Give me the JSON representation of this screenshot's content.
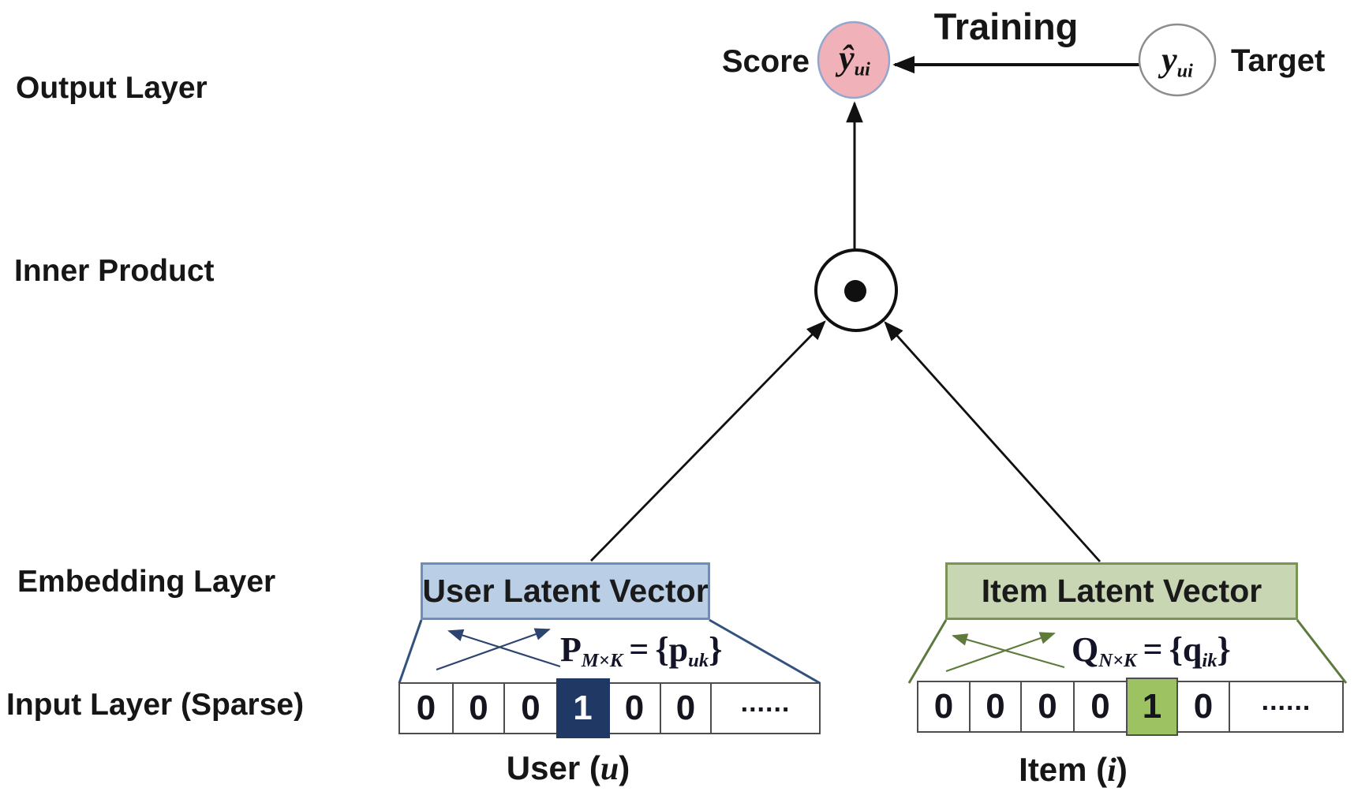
{
  "layer_labels": {
    "output": "Output Layer",
    "inner_product": "Inner Product",
    "embedding": "Embedding Layer",
    "input": "Input Layer (Sparse)"
  },
  "output_layer": {
    "score_label": "Score",
    "score_symbol": "ŷ",
    "score_subscript": "ui",
    "training_label": "Training",
    "target_symbol": "y",
    "target_subscript": "ui",
    "target_label": "Target"
  },
  "embedding_layer": {
    "user": {
      "title": "User Latent Vector",
      "matrix_symbol": "P",
      "matrix_subscript": "M×K",
      "equals": "=",
      "lbrace": "{",
      "vector_symbol": "p",
      "vector_subscript": "uk",
      "rbrace": "}"
    },
    "item": {
      "title": "Item Latent Vector",
      "matrix_symbol": "Q",
      "matrix_subscript": "N×K",
      "equals": "=",
      "lbrace": "{",
      "vector_symbol": "q",
      "vector_subscript": "ik",
      "rbrace": "}"
    }
  },
  "input_layer": {
    "user": {
      "cells": [
        "0",
        "0",
        "0",
        "1",
        "0",
        "0",
        "......"
      ],
      "highlight_index": 3,
      "label_prefix": "User (",
      "label_variable": "u",
      "label_suffix": ")"
    },
    "item": {
      "cells": [
        "0",
        "0",
        "0",
        "0",
        "1",
        "0",
        "......"
      ],
      "highlight_index": 4,
      "label_prefix": "Item (",
      "label_variable": "i",
      "label_suffix": ")"
    }
  },
  "colors": {
    "score_node_fill": "#f0b2b8",
    "score_node_border": "#92a7cd",
    "target_node_fill": "#ffffff",
    "target_node_border": "#8d8d8d",
    "user_embedding_fill": "#bacee6",
    "user_embedding_border": "#6d8ebd",
    "item_embedding_fill": "#c9d6b4",
    "item_embedding_border": "#7a9455",
    "user_highlight_cell": "#1f3864",
    "item_highlight_cell": "#9cc261",
    "arrow_black": "#111111",
    "user_accent": "#2e4470",
    "item_accent": "#5e7b3c"
  }
}
